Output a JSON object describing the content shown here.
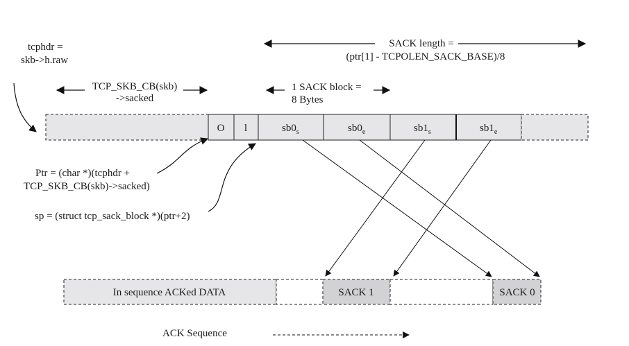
{
  "labels": {
    "tcphdr_line1": "tcphdr =",
    "tcphdr_line2": "skb->h.raw",
    "sack_length_line1": "SACK length =",
    "sack_length_line2": "(ptr[1] - TCPOLEN_SACK_BASE)/8",
    "cb_line1": "TCP_SKB_CB(skb)",
    "cb_line2": "->sacked",
    "block_line1": "1 SACK block =",
    "block_line2": "8 Bytes",
    "ptr_line1": "Ptr = (char *)(tcphdr +",
    "ptr_line2": "TCP_SKB_CB(skb)->sacked)",
    "sp_line": "sp = (struct tcp_sack_block *)(ptr+2)",
    "ack_sequence": "ACK Sequence"
  },
  "header_cells": {
    "o": "O",
    "l": "l",
    "sb0s_base": "sb0",
    "sb0s_sub": "s",
    "sb0e_base": "sb0",
    "sb0e_sub": "e",
    "sb1s_base": "sb1",
    "sb1s_sub": "s",
    "sb1e_base": "sb1",
    "sb1e_sub": "e"
  },
  "sequence_cells": {
    "acked": "In sequence ACKed DATA",
    "sack1": "SACK 1",
    "sack0": "SACK 0"
  },
  "colors": {
    "fill": "#e6e6e8",
    "stroke": "#222222"
  }
}
